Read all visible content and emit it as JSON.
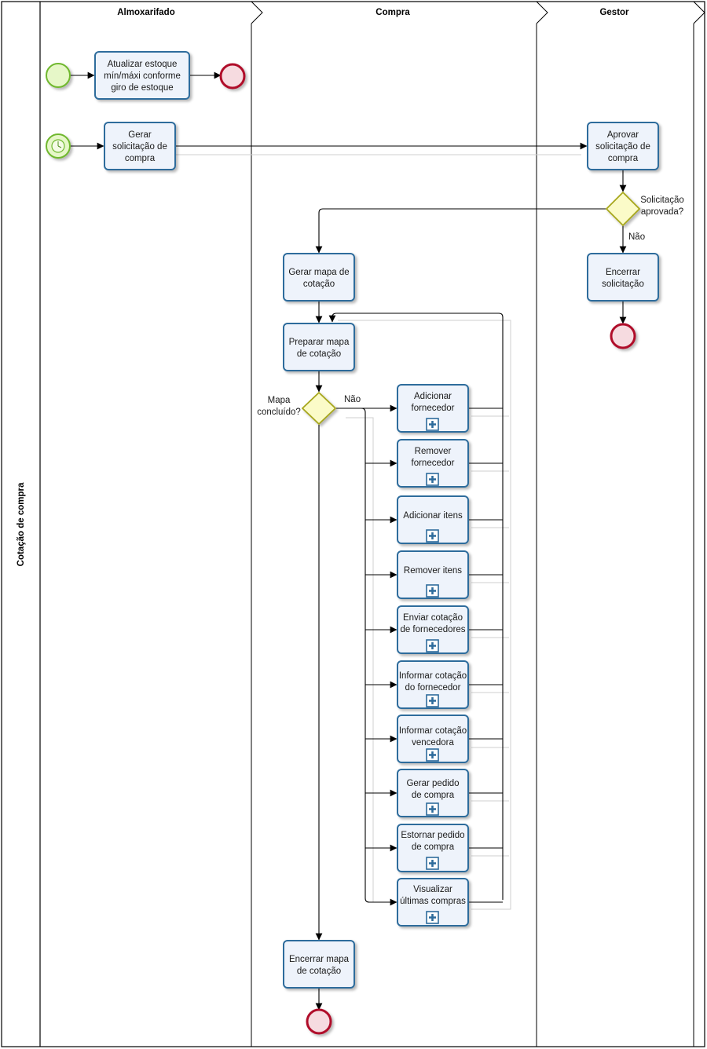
{
  "pool": {
    "title": "Cotação de compra"
  },
  "lanes": [
    {
      "id": "almox",
      "title": "Almoxarifado"
    },
    {
      "id": "compra",
      "title": "Compra"
    },
    {
      "id": "gestor",
      "title": "Gestor"
    }
  ],
  "tasks": [
    {
      "id": "t-atualizar",
      "lines": [
        "Atualizar estoque",
        "mín/máxi conforme",
        "giro de estoque"
      ],
      "subprocess": false
    },
    {
      "id": "t-gerar-sol",
      "lines": [
        "Gerar",
        "solicitação de",
        "compra"
      ],
      "subprocess": false
    },
    {
      "id": "t-aprovar",
      "lines": [
        "Aprovar",
        "solicitação de",
        "compra"
      ],
      "subprocess": false
    },
    {
      "id": "t-encerrar-sol",
      "lines": [
        "Encerrar",
        "solicitação"
      ],
      "subprocess": false
    },
    {
      "id": "t-gerar-mapa",
      "lines": [
        "Gerar mapa de",
        "cotação"
      ],
      "subprocess": false
    },
    {
      "id": "t-preparar-mapa",
      "lines": [
        "Preparar mapa",
        "de cotação"
      ],
      "subprocess": false
    },
    {
      "id": "t-encerrar-mapa",
      "lines": [
        "Encerrar mapa",
        "de cotação"
      ],
      "subprocess": false
    },
    {
      "id": "s-adic-forn",
      "lines": [
        "Adicionar",
        "fornecedor"
      ],
      "subprocess": true
    },
    {
      "id": "s-rem-forn",
      "lines": [
        "Remover",
        "fornecedor"
      ],
      "subprocess": true
    },
    {
      "id": "s-adic-itens",
      "lines": [
        "Adicionar itens"
      ],
      "subprocess": true
    },
    {
      "id": "s-rem-itens",
      "lines": [
        "Remover itens"
      ],
      "subprocess": true
    },
    {
      "id": "s-enviar",
      "lines": [
        "Enviar cotação",
        "de fornecedores"
      ],
      "subprocess": true
    },
    {
      "id": "s-informar-forn",
      "lines": [
        "Informar cotação",
        "do fornecedor"
      ],
      "subprocess": true
    },
    {
      "id": "s-informar-venc",
      "lines": [
        "Informar cotação",
        "vencedora"
      ],
      "subprocess": true
    },
    {
      "id": "s-gerar-pedido",
      "lines": [
        "Gerar pedido",
        "de compra"
      ],
      "subprocess": true
    },
    {
      "id": "s-estornar",
      "lines": [
        "Estornar pedido",
        "de compra"
      ],
      "subprocess": true
    },
    {
      "id": "s-visualizar",
      "lines": [
        "Visualizar",
        "últimas compras"
      ],
      "subprocess": true
    }
  ],
  "gateways": [
    {
      "id": "g-aprovada",
      "label_lines": [
        "Solicitação",
        "aprovada?"
      ],
      "branch_label": "Não"
    },
    {
      "id": "g-concluido",
      "label_lines": [
        "Mapa",
        "concluído?"
      ],
      "branch_label": "Não"
    }
  ],
  "events": [
    {
      "id": "start-1",
      "kind": "start"
    },
    {
      "id": "start-timer",
      "kind": "start-timer"
    },
    {
      "id": "end-1",
      "kind": "end"
    },
    {
      "id": "end-2",
      "kind": "end"
    },
    {
      "id": "end-3",
      "kind": "end"
    }
  ],
  "colors": {
    "task_fill": "#eef3fb",
    "task_stroke": "#2e6c9c",
    "start_fill": "#e6f7c8",
    "start_stroke": "#6fb82f",
    "end_fill": "#f6dbe0",
    "end_stroke": "#b0102a",
    "gateway_fill": "#fbfbc8",
    "gateway_stroke": "#a7a71e",
    "subprocess_marker": "#2e6c9c"
  }
}
